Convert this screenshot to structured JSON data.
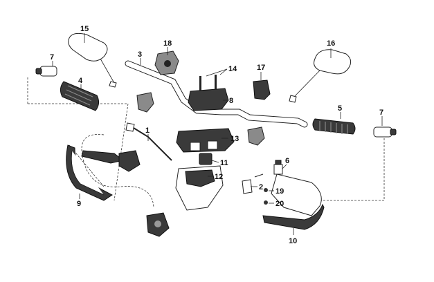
{
  "callouts": [
    {
      "id": "c1",
      "label": "1"
    },
    {
      "id": "c2",
      "label": "2"
    },
    {
      "id": "c3",
      "label": "3"
    },
    {
      "id": "c4",
      "label": "4"
    },
    {
      "id": "c5",
      "label": "5"
    },
    {
      "id": "c6",
      "label": "6"
    },
    {
      "id": "c7a",
      "label": "7"
    },
    {
      "id": "c7b",
      "label": "7"
    },
    {
      "id": "c8",
      "label": "8"
    },
    {
      "id": "c9",
      "label": "9"
    },
    {
      "id": "c10",
      "label": "10"
    },
    {
      "id": "c11",
      "label": "11"
    },
    {
      "id": "c12",
      "label": "12"
    },
    {
      "id": "c13",
      "label": "13"
    },
    {
      "id": "c14",
      "label": "14"
    },
    {
      "id": "c15",
      "label": "15"
    },
    {
      "id": "c16",
      "label": "16"
    },
    {
      "id": "c17",
      "label": "17"
    },
    {
      "id": "c18",
      "label": "18"
    },
    {
      "id": "c19",
      "label": "19"
    },
    {
      "id": "c20",
      "label": "20"
    }
  ],
  "colors": {
    "ink": "#111111",
    "part_dark": "#3a3a3a",
    "part_mid": "#8a8a8a",
    "background": "#ffffff"
  }
}
